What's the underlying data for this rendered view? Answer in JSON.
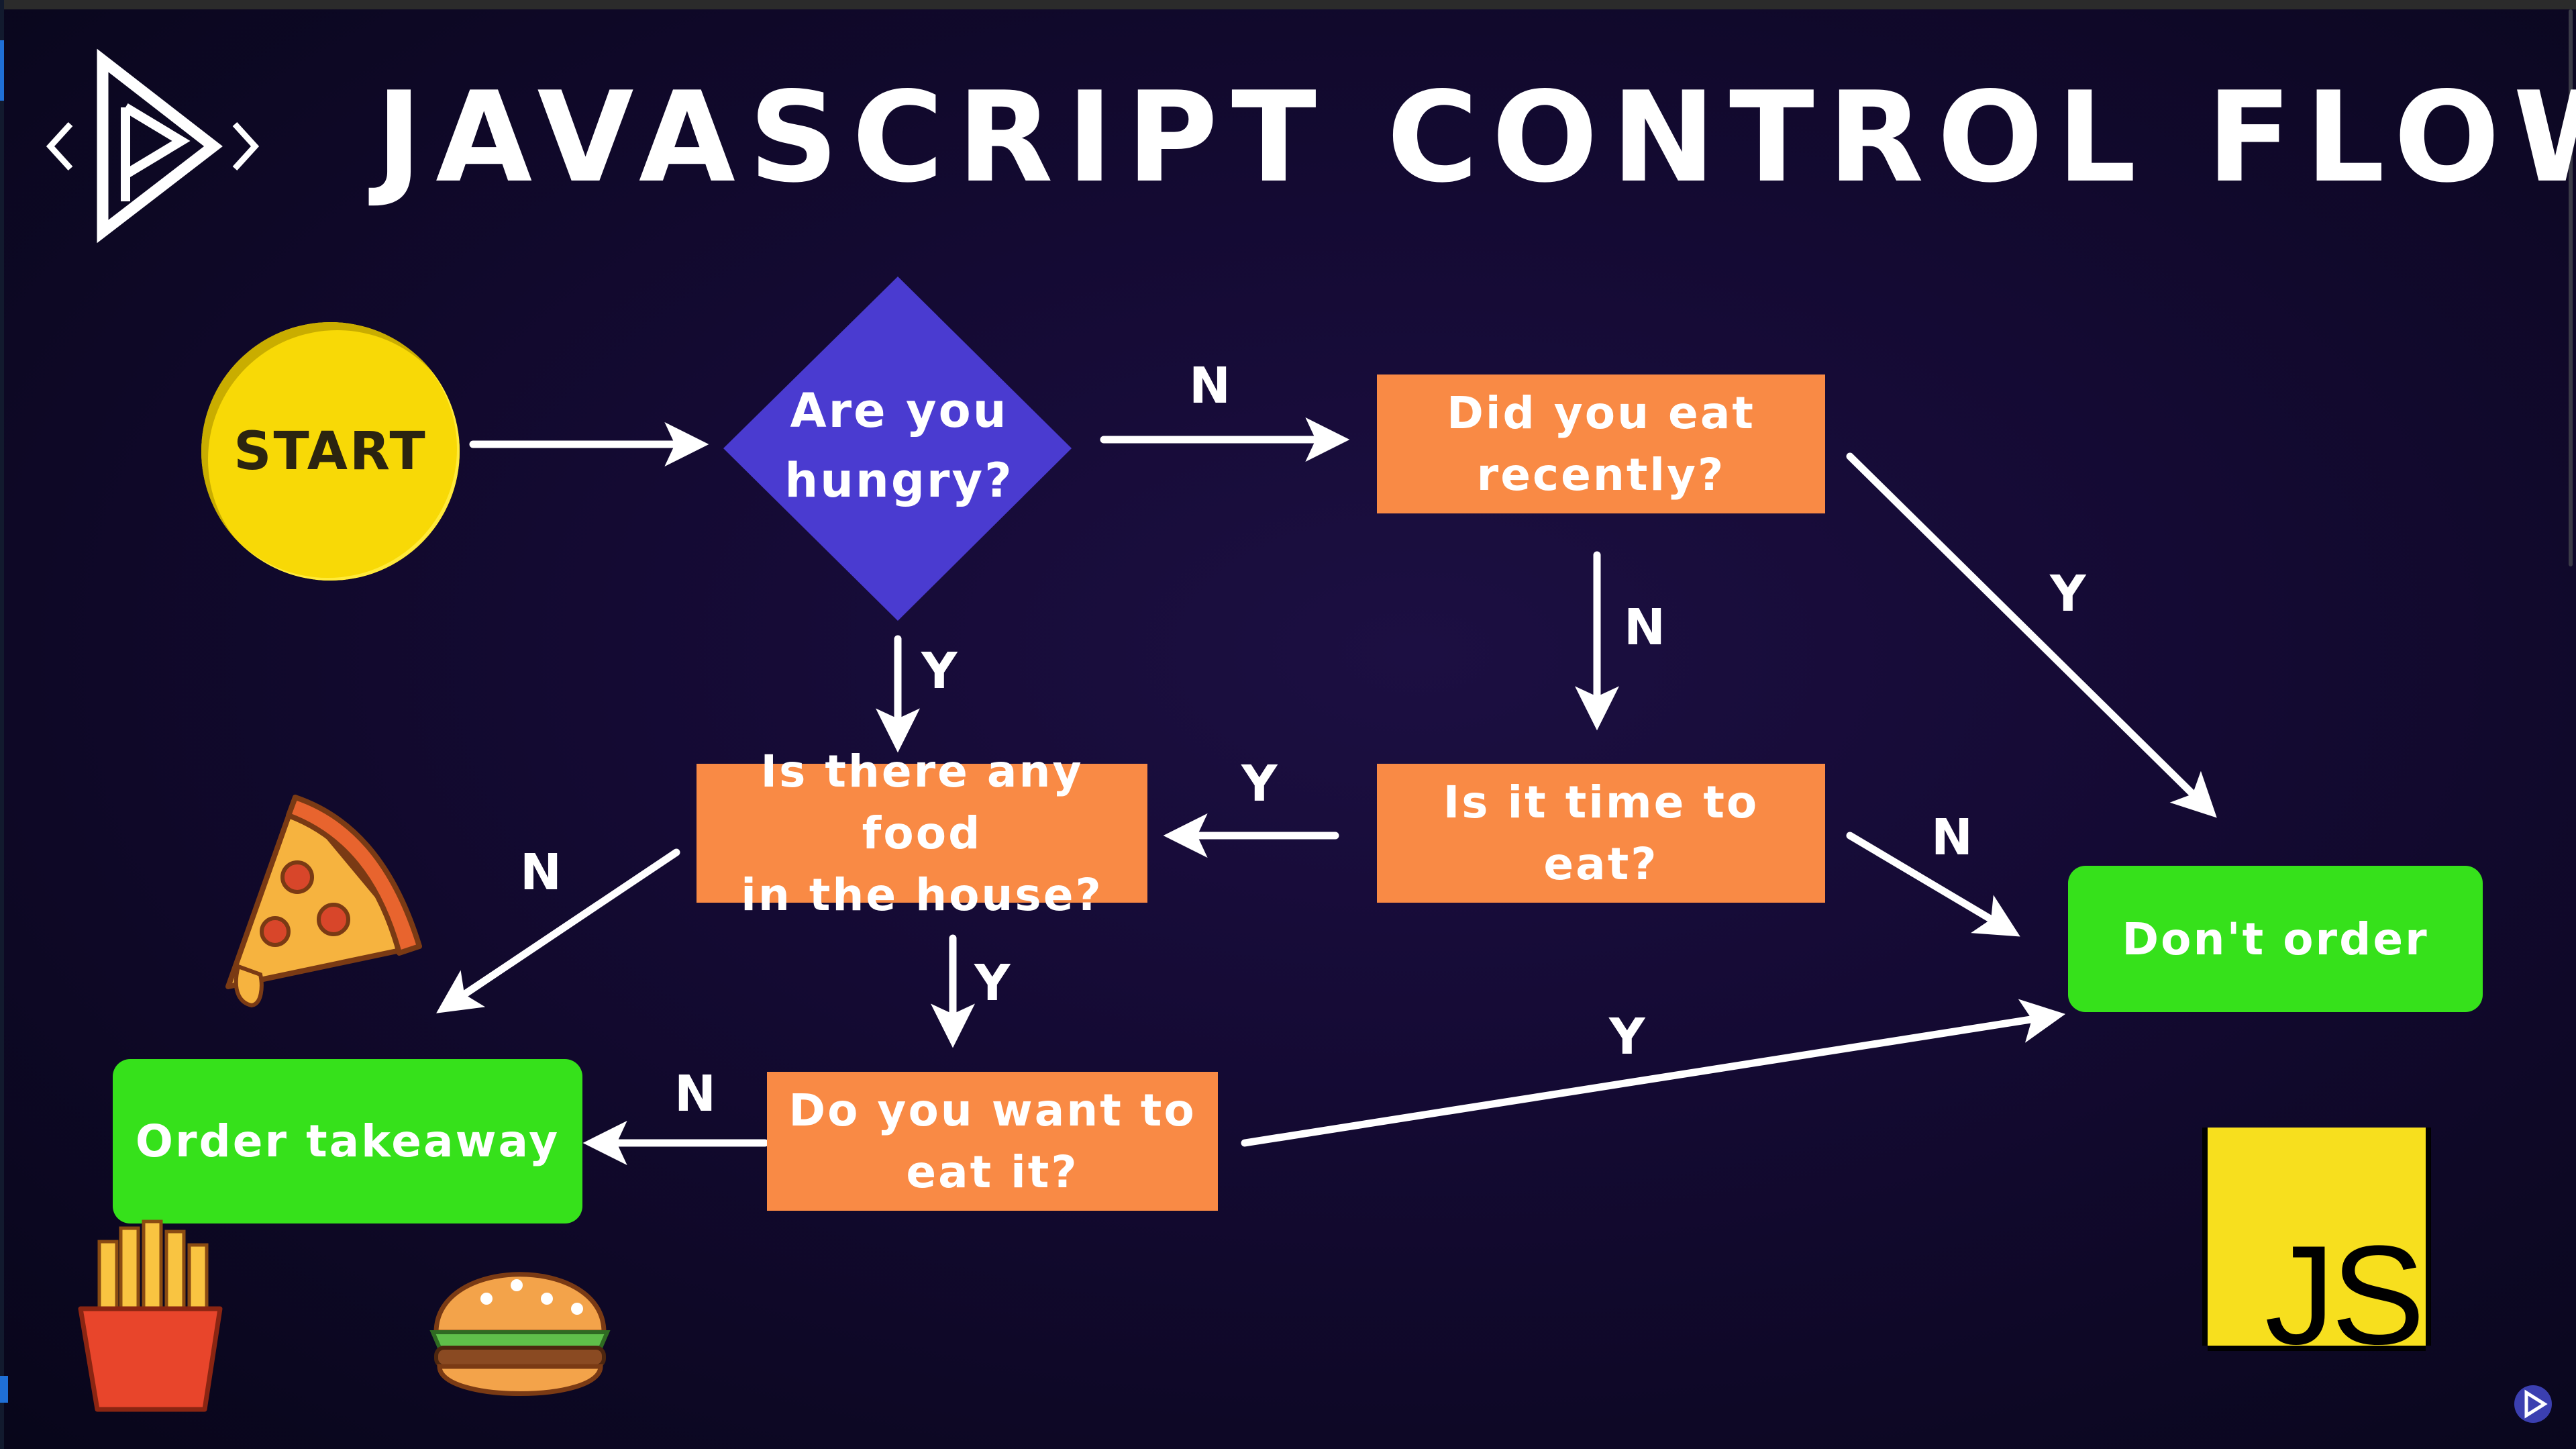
{
  "title": "JAVASCRIPT CONTROL FLOW",
  "nodes": {
    "start": "START",
    "hungry": "Are you\nhungry?",
    "ate_recently": "Did you eat\nrecently?",
    "food_in_house": "Is there any food\nin the house?",
    "time_to_eat": "Is it time to eat?",
    "want_to_eat": "Do you want to\neat it?",
    "order_takeaway": "Order takeaway",
    "dont_order": "Don't order"
  },
  "edges": [
    {
      "from": "start",
      "to": "hungry",
      "label": ""
    },
    {
      "from": "hungry",
      "to": "ate_recently",
      "label": "N"
    },
    {
      "from": "hungry",
      "to": "food_in_house",
      "label": "Y"
    },
    {
      "from": "ate_recently",
      "to": "time_to_eat",
      "label": "N"
    },
    {
      "from": "ate_recently",
      "to": "dont_order",
      "label": "Y"
    },
    {
      "from": "time_to_eat",
      "to": "food_in_house",
      "label": "Y"
    },
    {
      "from": "time_to_eat",
      "to": "dont_order",
      "label": "N"
    },
    {
      "from": "food_in_house",
      "to": "order_takeaway",
      "label": "N"
    },
    {
      "from": "food_in_house",
      "to": "want_to_eat",
      "label": "Y"
    },
    {
      "from": "want_to_eat",
      "to": "order_takeaway",
      "label": "N"
    },
    {
      "from": "want_to_eat",
      "to": "dont_order",
      "label": "Y"
    }
  ],
  "badge": "JS",
  "icons": [
    "play-logo-icon",
    "pizza-icon",
    "fries-icon",
    "burger-icon",
    "js-logo-icon",
    "corner-play-icon"
  ],
  "colors": {
    "background": "#140a33",
    "decision_box": "#f98a45",
    "diamond": "#4a3bd0",
    "terminal_green": "#36e11b",
    "start_yellow": "#f8d906",
    "js_yellow": "#f7df1e"
  }
}
